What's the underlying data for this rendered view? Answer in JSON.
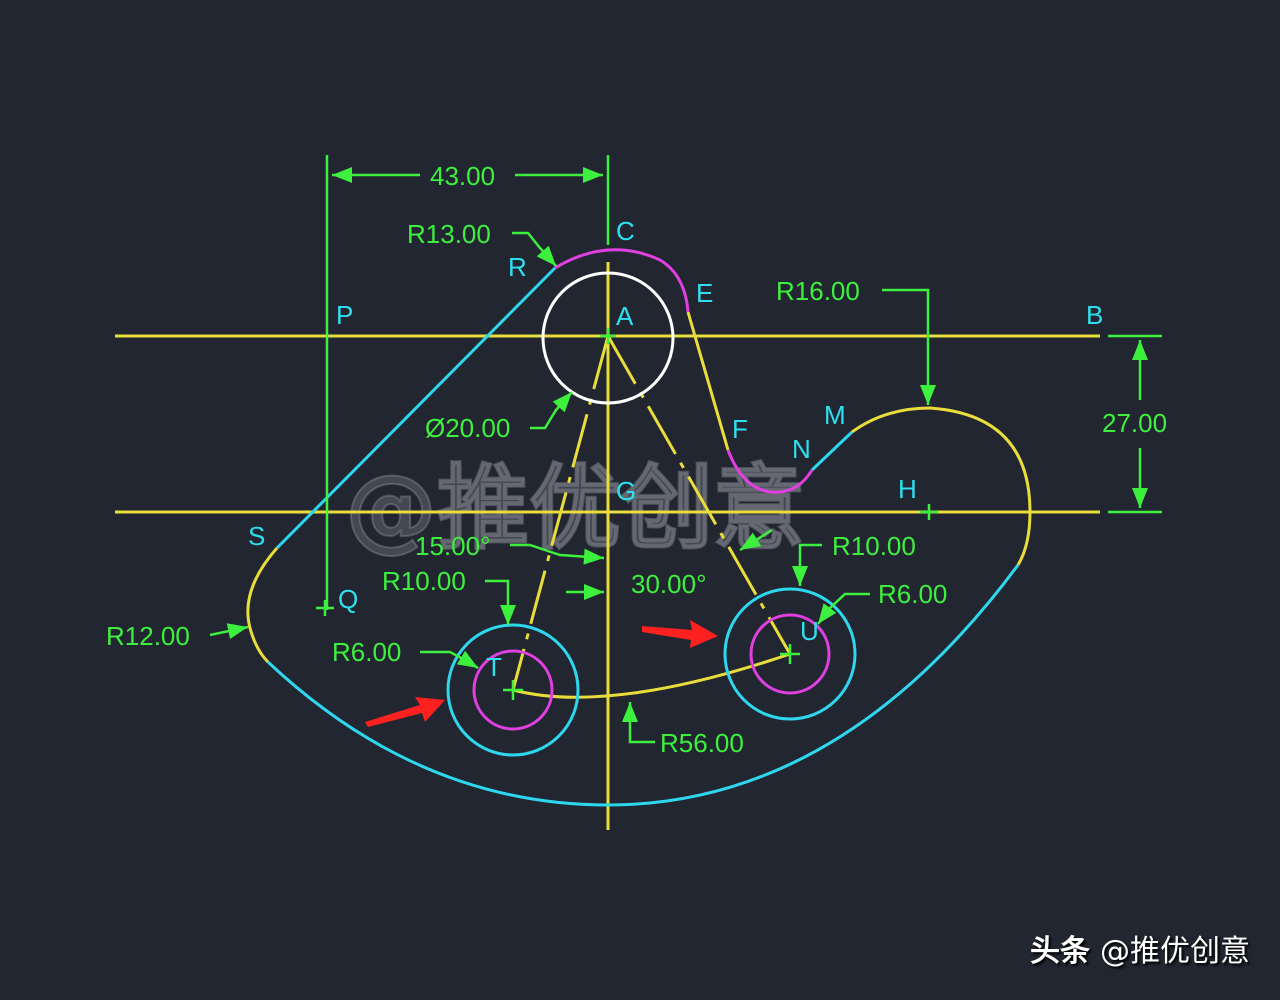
{
  "colors": {
    "background": "#212630",
    "construction_line": "#e8dd3a",
    "cyan_outline": "#2ed6ee",
    "magenta_arc": "#e040e0",
    "white_circle": "#ffffff",
    "dimension": "#3ef03e",
    "red_arrow": "#ff2020"
  },
  "point_labels": {
    "C": "C",
    "R": "R",
    "E": "E",
    "A": "A",
    "P": "P",
    "B": "B",
    "F": "F",
    "N": "N",
    "M": "M",
    "G": "G",
    "H": "H",
    "S": "S",
    "Q": "Q",
    "T": "T",
    "U": "U"
  },
  "dimensions": {
    "horizontal_43": "43.00",
    "vertical_27": "27.00",
    "r13": "R13.00",
    "r16": "R16.00",
    "dia20": "Ø20.00",
    "angle15": "15.00°",
    "angle30": "30.00°",
    "r10_left": "R10.00",
    "r10_right": "R10.00",
    "r6_left": "R6.00",
    "r6_right": "R6.00",
    "r12": "R12.00",
    "r56": "R56.00"
  },
  "watermark": "@推优创意",
  "credit": {
    "platform": "头条",
    "handle": "@推优创意"
  }
}
